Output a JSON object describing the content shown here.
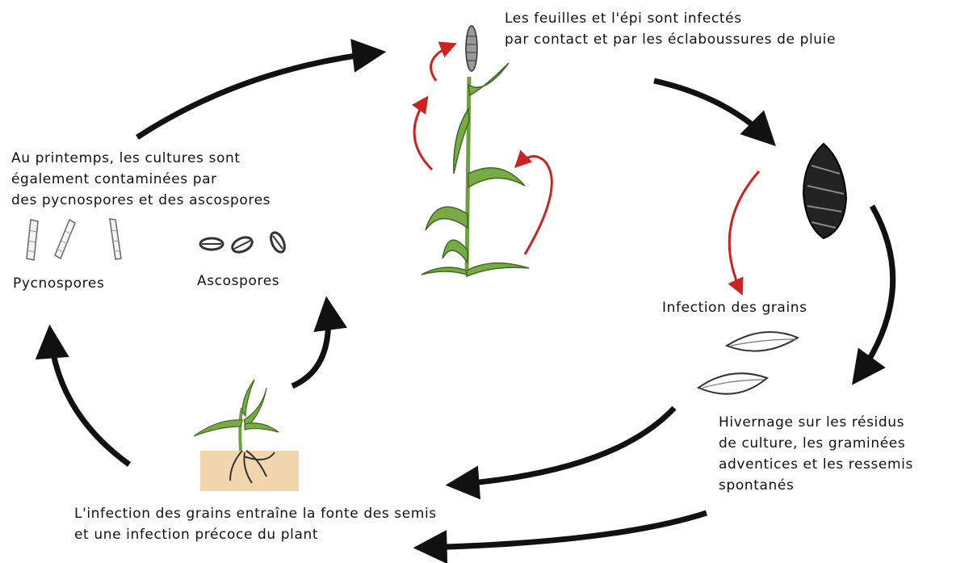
{
  "labels": {
    "top": [
      "Les feuilles et l'épi sont infectés",
      "par contact et par les éclaboussures de pluie"
    ],
    "spring": [
      "Au printemps, les cultures sont",
      "également contaminées par",
      "des pycnospores et des ascospores"
    ],
    "pycnospores": "Pycnospores",
    "ascospores": "Ascospores",
    "grain_infection": "Infection des grains",
    "overwintering": [
      "Hivernage sur les résidus",
      "de culture, les graminées",
      "adventices et les ressemis",
      "spontanés"
    ],
    "seedling": [
      "L'infection des grains entraîne la fonte des semis",
      "et une infection précoce du plant"
    ]
  },
  "colors": {
    "cycle_arrow": "#111111",
    "infection_arrow": "#cc2222",
    "plant_green": "#6f9f3e",
    "soil": "#f1d6ae"
  }
}
